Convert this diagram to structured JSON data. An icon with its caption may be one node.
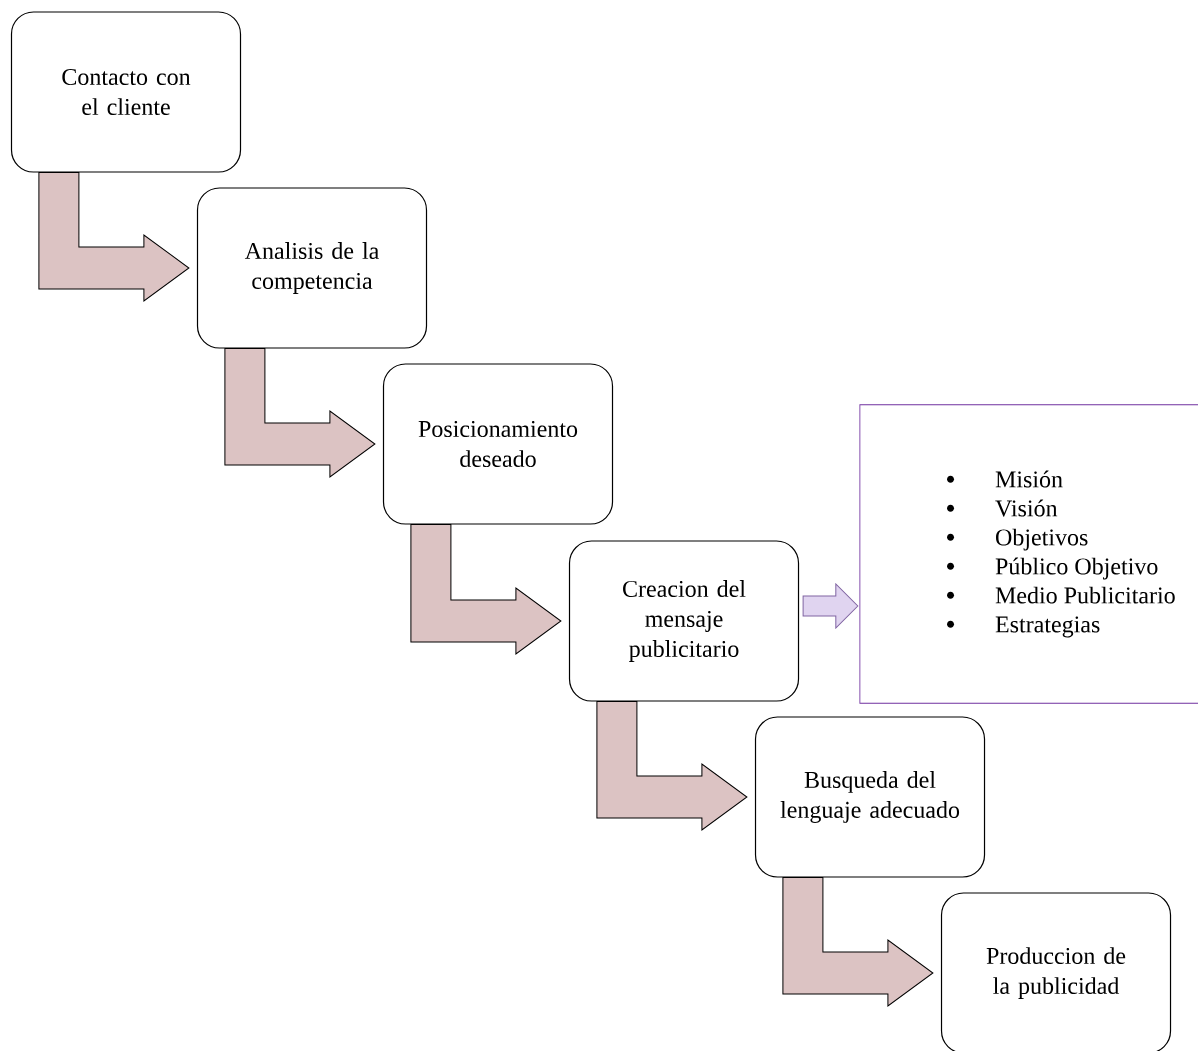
{
  "diagram": {
    "nodes": [
      {
        "text": [
          "Contacto con el cliente"
        ]
      },
      {
        "text": [
          "Analisis de la competencia"
        ]
      },
      {
        "text": [
          "Posicionamiento deseado"
        ]
      },
      {
        "text": [
          "Creacion del mensaje publicitario"
        ]
      },
      {
        "text": [
          "Busqueda del lenguaje adecuado"
        ]
      },
      {
        "text": [
          "Produccion de la publicidad"
        ]
      },
      {
        "text": [
          "Misión",
          "Visión",
          "Objetivos",
          "Público Objetivo",
          "Medio Publicitario",
          "Estrategias"
        ]
      }
    ],
    "edges": [
      {
        "from": 0,
        "to": 1,
        "arrow": "to"
      },
      {
        "from": 1,
        "to": 2,
        "arrow": "to"
      },
      {
        "from": 2,
        "to": 3,
        "arrow": "to"
      },
      {
        "from": 3,
        "to": 4,
        "arrow": "to"
      },
      {
        "from": 4,
        "to": 5,
        "arrow": "to"
      },
      {
        "from": 3,
        "to": 6,
        "arrow": "to",
        "color": "#8064a2"
      }
    ]
  }
}
